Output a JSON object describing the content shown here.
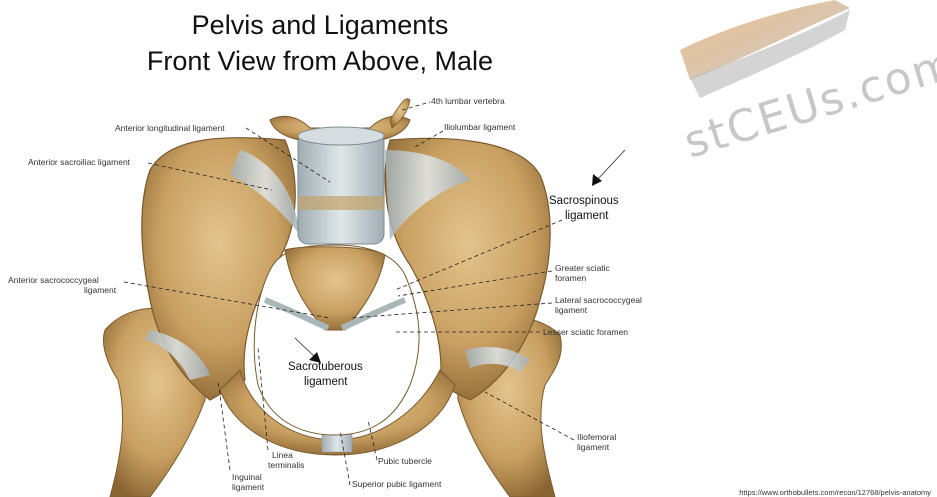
{
  "title": {
    "line1": "Pelvis and Ligaments",
    "line2": "Front View from Above, Male"
  },
  "labels": {
    "lumbar_vertebra": "4th lumbar vertebra",
    "anterior_longitudinal": "Anterior longitudinal ligament",
    "iliolumbar": "Iliolumbar ligament",
    "anterior_sacroiliac": "Anterior sacroiliac ligament",
    "sacrospinous_1": "Sacrospinous",
    "sacrospinous_2": "ligament",
    "anterior_sacrococcygeal_1": "Anterior sacrococcygeal",
    "anterior_sacrococcygeal_2": "ligament",
    "greater_sciatic_1": "Greater sciatic",
    "greater_sciatic_2": "foramen",
    "lateral_sacrococcygeal_1": "Lateral sacrococcygeal",
    "lateral_sacrococcygeal_2": "ligament",
    "lesser_sciatic": "Lesser sciatic foramen",
    "sacrotuberous_1": "Sacrotuberous",
    "sacrotuberous_2": "ligament",
    "iliofemoral_1": "Iliofemoral",
    "iliofemoral_2": "ligament",
    "linea_terminalis_1": "Linea",
    "linea_terminalis_2": "terminalis",
    "pubic_tubercle": "Pubic tubercle",
    "inguinal_1": "Inguinal",
    "inguinal_2": "ligament",
    "superior_pubic": "Superior pubic ligament"
  },
  "watermark": "stCEUs.com",
  "credit": "https://www.orthobullets.com/recon/12768/pelvis-anatomy",
  "colors": {
    "bone": "#c9a062",
    "bone_dark": "#8a6532",
    "bone_light": "#e5c793",
    "ligament": "#b9c4c8",
    "ligament_light": "#dde4e6",
    "leader": "#222222",
    "watermark": "#c7c7c7"
  }
}
